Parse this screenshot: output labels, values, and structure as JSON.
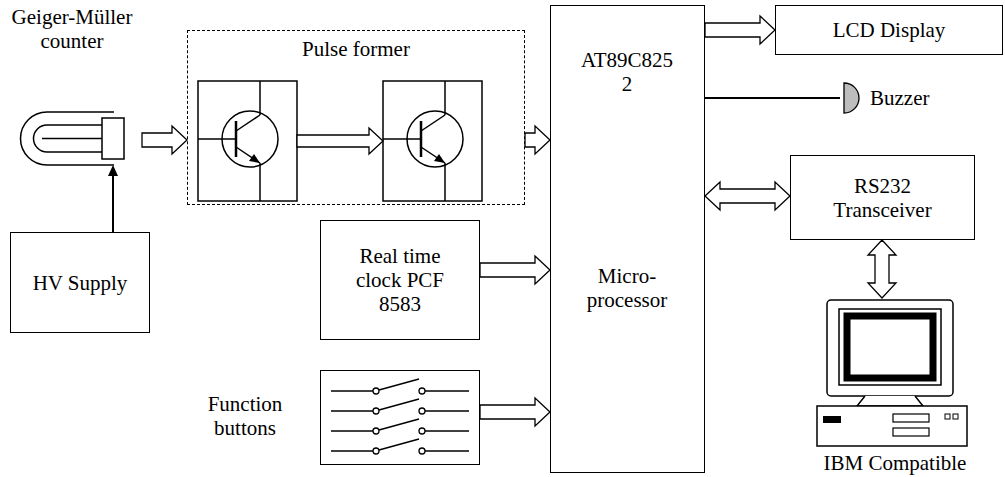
{
  "diagram": {
    "nodes": [
      {
        "text": [
          "Geiger-Müller counter"
        ]
      },
      {
        "text": [
          "Pulse former"
        ]
      },
      {
        "text": [
          "AT89C825 2",
          "Micro- processor"
        ]
      },
      {
        "text": [
          "LCD Display"
        ]
      },
      {
        "text": [
          "Buzzer"
        ]
      },
      {
        "text": [
          "RS232 Transceiver"
        ]
      },
      {
        "text": [
          "IBM Compatible"
        ]
      },
      {
        "text": [
          "HV Supply"
        ]
      },
      {
        "text": [
          "Real time clock PCF 8583"
        ]
      },
      {
        "text": [
          "Function buttons"
        ]
      }
    ],
    "edges": [
      {
        "from": 7,
        "to": 0,
        "arrow": "to"
      },
      {
        "from": 0,
        "to": 1,
        "arrow": "to"
      },
      {
        "from": 1,
        "to": 2,
        "arrow": "to"
      },
      {
        "from": 8,
        "to": 2,
        "arrow": "to"
      },
      {
        "from": 9,
        "to": 2,
        "arrow": "to"
      },
      {
        "from": 2,
        "to": 3,
        "arrow": "to"
      },
      {
        "from": 2,
        "to": 4,
        "arrow": "none"
      },
      {
        "from": 2,
        "to": 5,
        "arrow": "both"
      },
      {
        "from": 5,
        "to": 6,
        "arrow": "both"
      }
    ]
  }
}
